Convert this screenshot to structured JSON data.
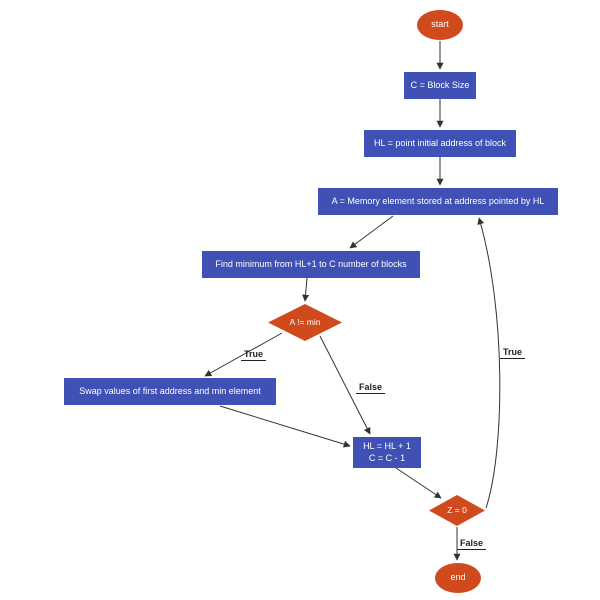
{
  "diagram": {
    "type": "flowchart",
    "nodes": {
      "start": {
        "label": "start",
        "shape": "ellipse"
      },
      "block_size": {
        "label": "C = Block Size",
        "shape": "rect"
      },
      "hl_init": {
        "label": "HL = point initial address of block",
        "shape": "rect"
      },
      "a_memory": {
        "label": "A = Memory element stored at address pointed by HL",
        "shape": "rect"
      },
      "find_min": {
        "label": "Find minimum from HL+1 to C number of blocks",
        "shape": "rect"
      },
      "a_neq_min": {
        "label": "A != min",
        "shape": "diamond"
      },
      "swap": {
        "label": "Swap values of first address and min element",
        "shape": "rect"
      },
      "increment": {
        "line1": "HL = HL + 1",
        "line2": "C = C - 1",
        "shape": "rect"
      },
      "z_zero": {
        "label": "Z = 0",
        "shape": "diamond"
      },
      "end": {
        "label": "end",
        "shape": "ellipse"
      }
    },
    "edge_labels": {
      "a_neq_min_true": "True",
      "a_neq_min_false": "False",
      "z_zero_true": "True",
      "z_zero_false": "False"
    },
    "colors": {
      "process_fill": "#3f51b5",
      "decision_fill": "#d04a1e",
      "terminal_fill": "#d04a1e",
      "node_text": "#ffffff",
      "edge_stroke": "#333333",
      "edge_label_text": "#222222",
      "background": "#ffffff"
    }
  }
}
